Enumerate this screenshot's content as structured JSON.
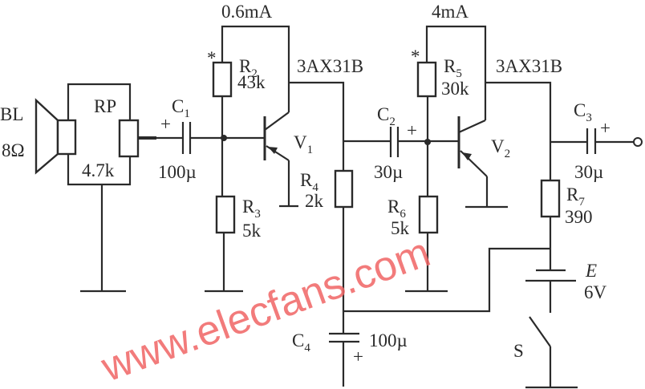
{
  "title": "Two-stage transistor amplifier circuit with speaker",
  "watermark": "www.elecfans.com",
  "labels": {
    "speaker": "BL",
    "speaker_value": "8Ω",
    "pot": "RP",
    "pot_value": "4.7k",
    "c1": "C",
    "c1_sub": "1",
    "c1_value": "100µ",
    "r2": "R",
    "r2_sub": "2",
    "r2_value": "43k",
    "r3": "R",
    "r3_sub": "3",
    "r3_value": "5k",
    "r4": "R",
    "r4_sub": "4",
    "r4_value": "2k",
    "v1": "V",
    "v1_sub": "1",
    "v1_type": "3AX31B",
    "v1_current": "0.6mA",
    "c2": "C",
    "c2_sub": "2",
    "c2_value": "30µ",
    "r5": "R",
    "r5_sub": "5",
    "r5_value": "30k",
    "r6": "R",
    "r6_sub": "6",
    "r6_value": "5k",
    "v2": "V",
    "v2_sub": "2",
    "v2_type": "3AX31B",
    "v2_current": "4mA",
    "c3": "C",
    "c3_sub": "3",
    "c3_value": "30µ",
    "r7": "R",
    "r7_sub": "7",
    "r7_value": "390",
    "c4": "C",
    "c4_sub": "4",
    "c4_value": "100µ",
    "battery": "E",
    "battery_value": "6V",
    "switch": "S",
    "plus": "+",
    "star": "*"
  }
}
